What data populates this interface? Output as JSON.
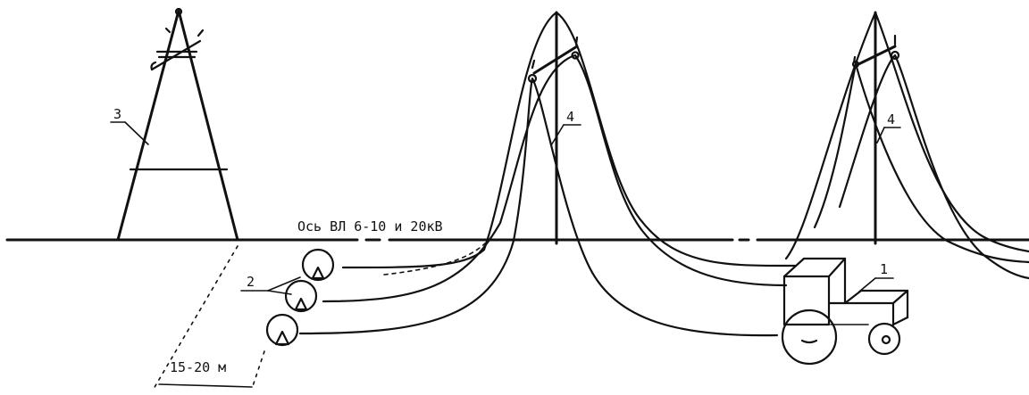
{
  "diagram": {
    "axis_label": "Ось ВЛ 6-10 и 20кВ",
    "distance_label": "15-20 м",
    "callouts": {
      "tractor": "1",
      "drums": "2",
      "tower": "3",
      "pole_left": "4",
      "pole_right": "4"
    }
  }
}
